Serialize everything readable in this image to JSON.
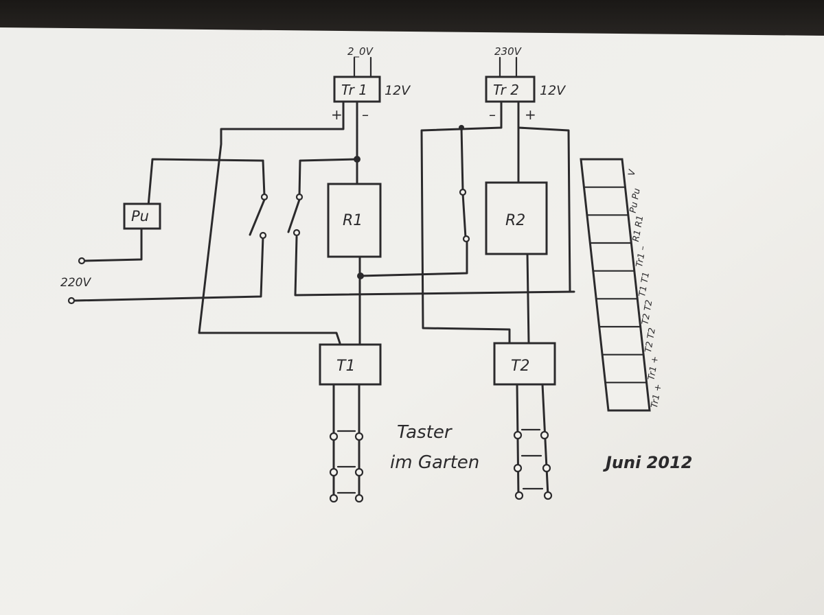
{
  "transformers": {
    "tr1": {
      "name": "Tr 1",
      "input": "2_0V",
      "output": "12V",
      "plus": "+",
      "minus": "–"
    },
    "tr2": {
      "name": "Tr 2",
      "input": "230V",
      "output": "12V",
      "plus": "+",
      "minus": "–"
    }
  },
  "components": {
    "pump": "Pu",
    "relay1": "R1",
    "relay2": "R2",
    "timer1": "T1",
    "timer2": "T2"
  },
  "mains_label": "220V",
  "buttons_caption": [
    "Taster",
    "im Garten"
  ],
  "date_label": "Juni 2012",
  "terminal_strip": {
    "labels": [
      "V",
      "Pu Pu",
      "R1 R1",
      "Tr1 –",
      "T1 T1",
      "T2 T2",
      "T2 T2",
      "Tr1 +",
      "Tr1 +"
    ]
  }
}
